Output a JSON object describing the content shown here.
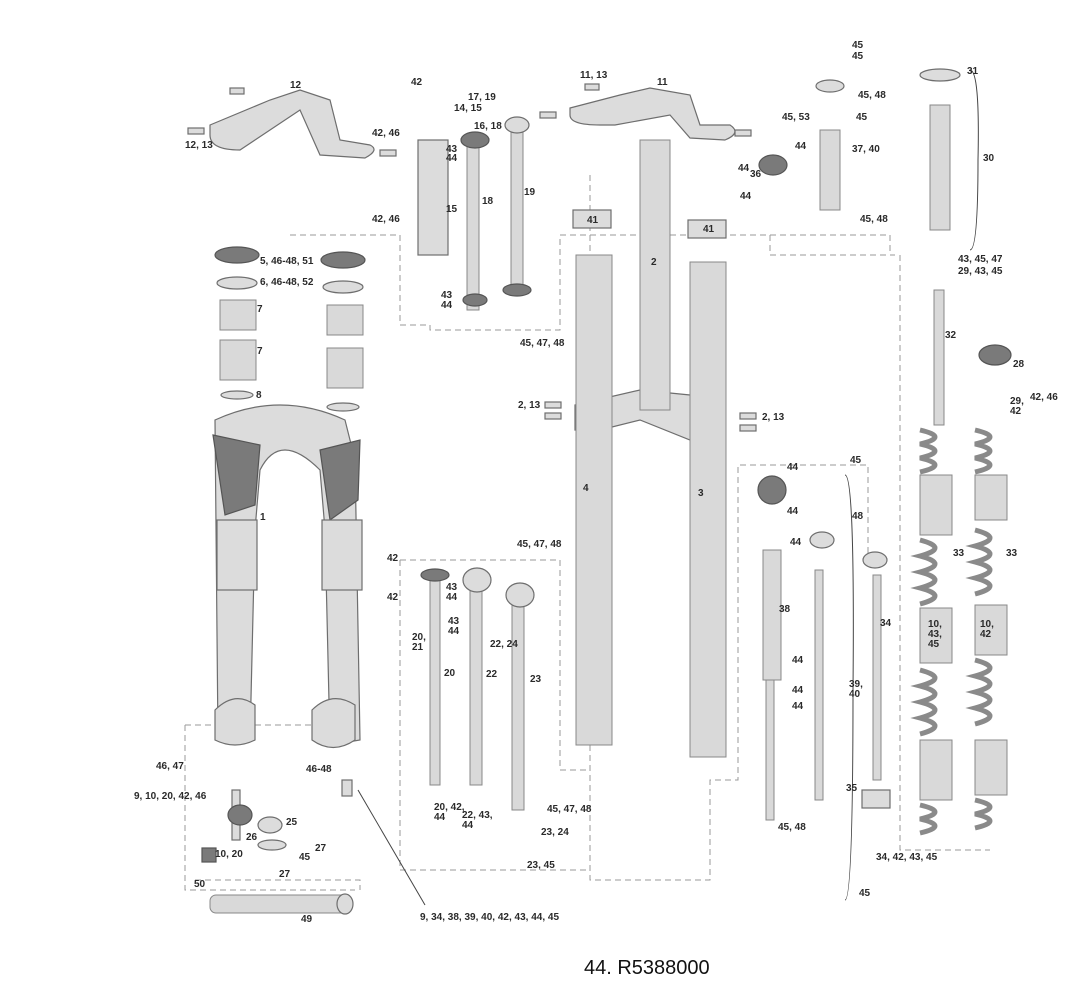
{
  "part_number_caption": "44. R5388000",
  "callouts": {
    "c12a": "12",
    "c12_13a": "12, 13",
    "c42a": "42",
    "c14_15": "14, 15",
    "c42_46a": "42, 46",
    "c15": "15",
    "c42_46b": "42, 46",
    "c16_18": "16, 18",
    "c43a": "43",
    "c44a": "44",
    "c18": "18",
    "c43b": "43",
    "c44b": "44",
    "c17_19": "17, 19",
    "c19": "19",
    "c45_47_48a": "45, 47, 48",
    "c11_13": "11, 13",
    "c11": "11",
    "c45a": "45",
    "c45b": "45",
    "c45_48a": "45, 48",
    "c45_53": "45, 53",
    "c45c": "45",
    "c44c": "44",
    "c36": "36",
    "c44d": "44",
    "c44e": "44",
    "c37_40": "37, 40",
    "c45_48b": "45, 48",
    "c31": "31",
    "c30": "30",
    "c43_45_47": "43, 45, 47",
    "c29_43_45": "29, 43, 45",
    "c5": "5, 46-48, 51",
    "c6": "6, 46-48, 52",
    "c7a": "7",
    "c7b": "7",
    "c8": "8",
    "c41a": "41",
    "c41b": "41",
    "c2": "2",
    "c32": "32",
    "c28": "28",
    "c42_46c": "42, 46",
    "c29_42": "29,\n42",
    "c2_13a": "2, 13",
    "c2_13b": "2, 13",
    "c4": "4",
    "c3": "3",
    "c1": "1",
    "c44f": "44",
    "c45d": "45",
    "c44g": "44",
    "c48": "48",
    "c44h": "44",
    "c42b": "42",
    "c45_47_48b": "45, 47, 48",
    "c42c": "42",
    "c43c": "43",
    "c44i": "44",
    "c43d": "43",
    "c44j": "44",
    "c20_21": "20,\n21",
    "c22_24": "22, 24",
    "c38": "38",
    "c34": "34",
    "c33a": "33",
    "c33b": "33",
    "c20": "20",
    "c22": "22",
    "c23": "23",
    "c44k": "44",
    "c44l": "44",
    "c44m": "44",
    "c39_40": "39,\n40",
    "c10_43_45": "10,\n43,\n45",
    "c10_42": "10,\n42",
    "c46_47": "46, 47",
    "c9_10": "9, 10, 20, 42, 46",
    "c46_48": "46-48",
    "c26": "26",
    "c25": "25",
    "c27a": "27",
    "c45e": "45",
    "c27b": "27",
    "c10_20": "10, 20",
    "c20_42": "20, 42,\n44",
    "c22_43_44": "22, 43,\n44",
    "c45_47_48c": "45, 47, 48",
    "c23_24": "23, 24",
    "c23_45": "23, 45",
    "c45_48c": "45, 48",
    "c35": "35",
    "c34_42_43_45": "34, 42, 43, 45",
    "c45f": "45",
    "c50": "50",
    "c49": "49",
    "c9_34_38": "9, 34, 38, 39, 40, 42, 43, 44, 45"
  }
}
